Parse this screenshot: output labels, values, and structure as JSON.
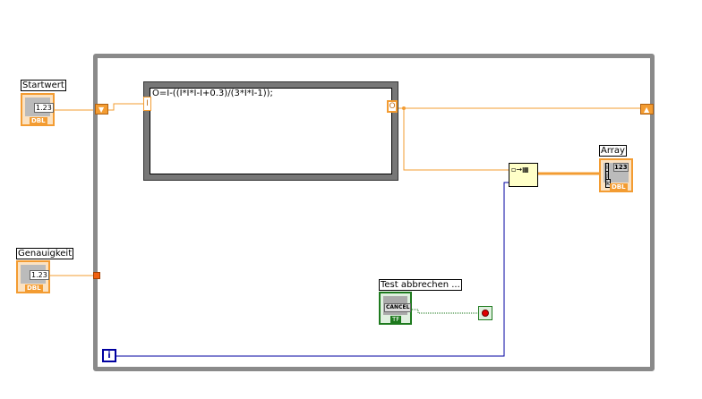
{
  "controls": {
    "startwert": {
      "label": "Startwert",
      "value": "1.23",
      "type": "DBL"
    },
    "genauigkeit": {
      "label": "Genauigkeit",
      "value": "1.23",
      "type": "DBL"
    },
    "test_abbrechen": {
      "label": "Test abbrechen ...",
      "button": "CANCEL",
      "type": "TF"
    }
  },
  "indicators": {
    "array": {
      "label": "Array",
      "value": "123",
      "type": "DBL",
      "indices": [
        "i",
        "j",
        "k"
      ]
    }
  },
  "formula_node": {
    "expression": "O=I-((I*I*I-I+0.3)/(3*I*I-1));",
    "input": "I",
    "output": "O"
  },
  "loop": {
    "iteration_terminal": "i"
  },
  "colors": {
    "double_wire": "#f39c32",
    "bool_wire": "#1e7a1e",
    "int_wire": "#0000a0",
    "loop_border": "#8a8a8a"
  }
}
